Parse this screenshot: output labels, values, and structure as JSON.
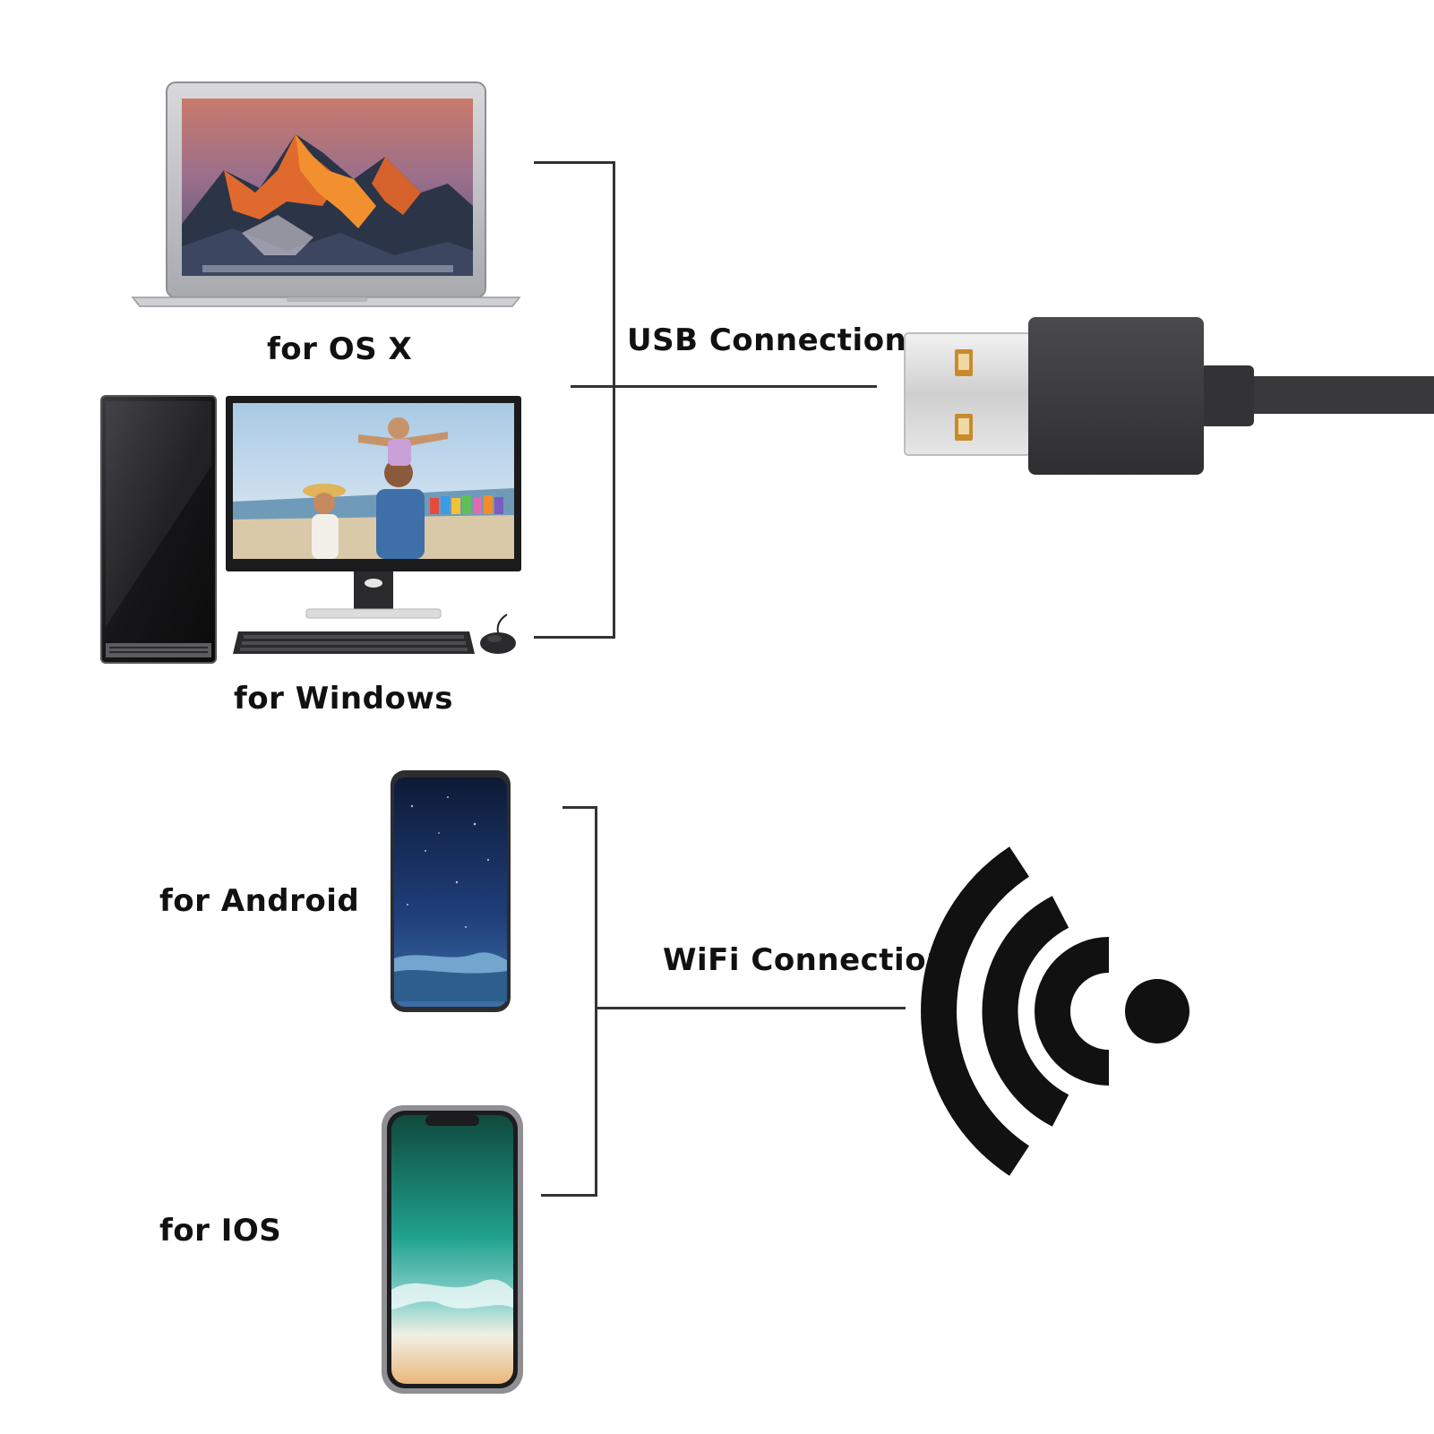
{
  "labels": {
    "osx": "for OS X",
    "windows": "for Windows",
    "android": "for Android",
    "ios": "for IOS",
    "usb": "USB Connection",
    "wifi": "WiFi Connection"
  },
  "icons": [
    "laptop-icon",
    "desktop-pc-icon",
    "android-phone-icon",
    "iphone-icon",
    "usb-plug-icon",
    "wifi-icon"
  ],
  "colors": {
    "text": "#111111",
    "line": "#333333",
    "usb_body": "#3a3a3c",
    "wifi": "#111111"
  }
}
